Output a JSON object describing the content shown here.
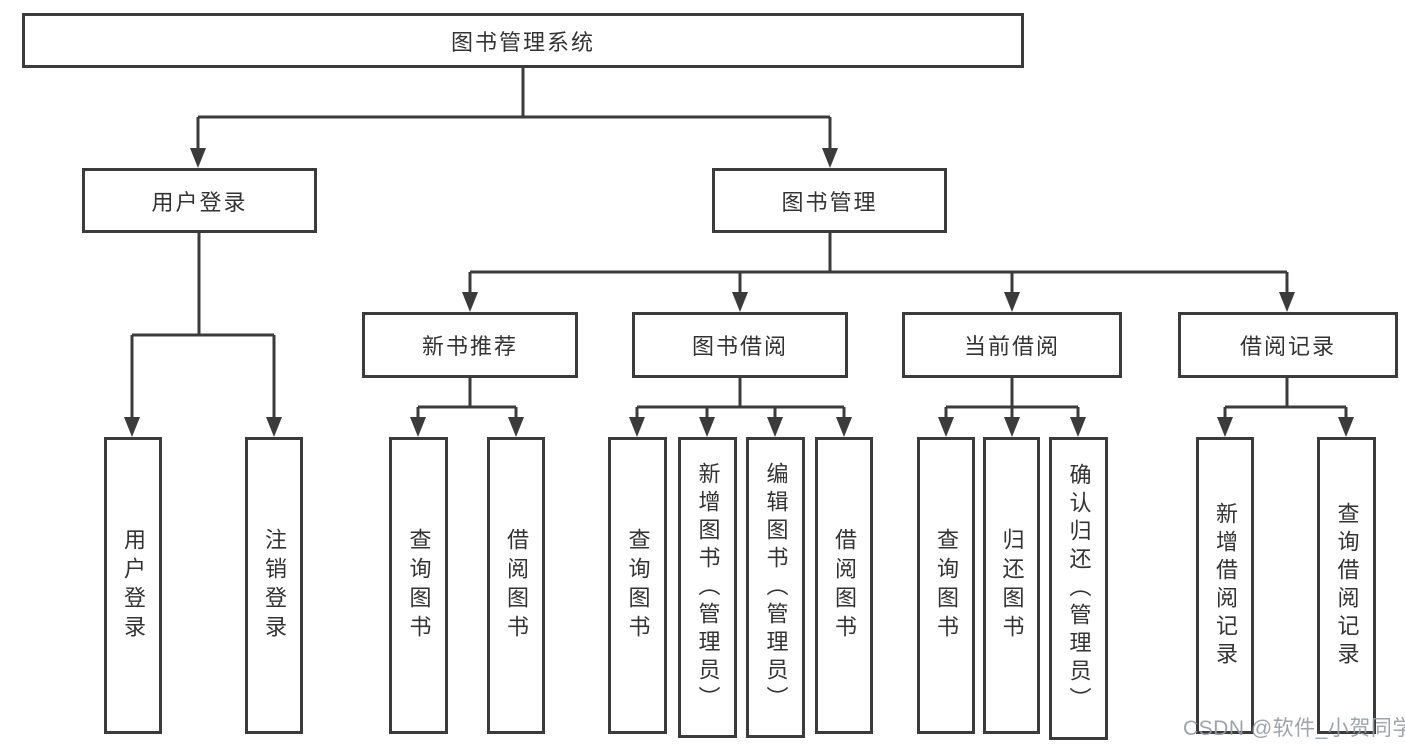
{
  "colors": {
    "line": "#3b3b3b",
    "box_border": "#3b3b3b",
    "text": "#333333",
    "watermark": "#969ca2"
  },
  "tree": {
    "root": {
      "label": "图书管理系统"
    },
    "branches": [
      {
        "label": "用户登录",
        "children": [
          {
            "label": "用户登录"
          },
          {
            "label": "注销登录"
          }
        ]
      },
      {
        "label": "图书管理",
        "sections": [
          {
            "label": "新书推荐",
            "children": [
              {
                "label": "查询图书"
              },
              {
                "label": "借阅图书"
              }
            ]
          },
          {
            "label": "图书借阅",
            "children": [
              {
                "label": "查询图书"
              },
              {
                "label": "新增图书（管理员）"
              },
              {
                "label": "编辑图书（管理员）"
              },
              {
                "label": "借阅图书"
              }
            ]
          },
          {
            "label": "当前借阅",
            "children": [
              {
                "label": "查询图书"
              },
              {
                "label": "归还图书"
              },
              {
                "label": "确认归还（管理员）"
              }
            ]
          },
          {
            "label": "借阅记录",
            "children": [
              {
                "label": "新增借阅记录"
              },
              {
                "label": "查询借阅记录"
              }
            ]
          }
        ]
      }
    ]
  },
  "watermark": {
    "text": "CSDN @软件_小贺同学"
  }
}
